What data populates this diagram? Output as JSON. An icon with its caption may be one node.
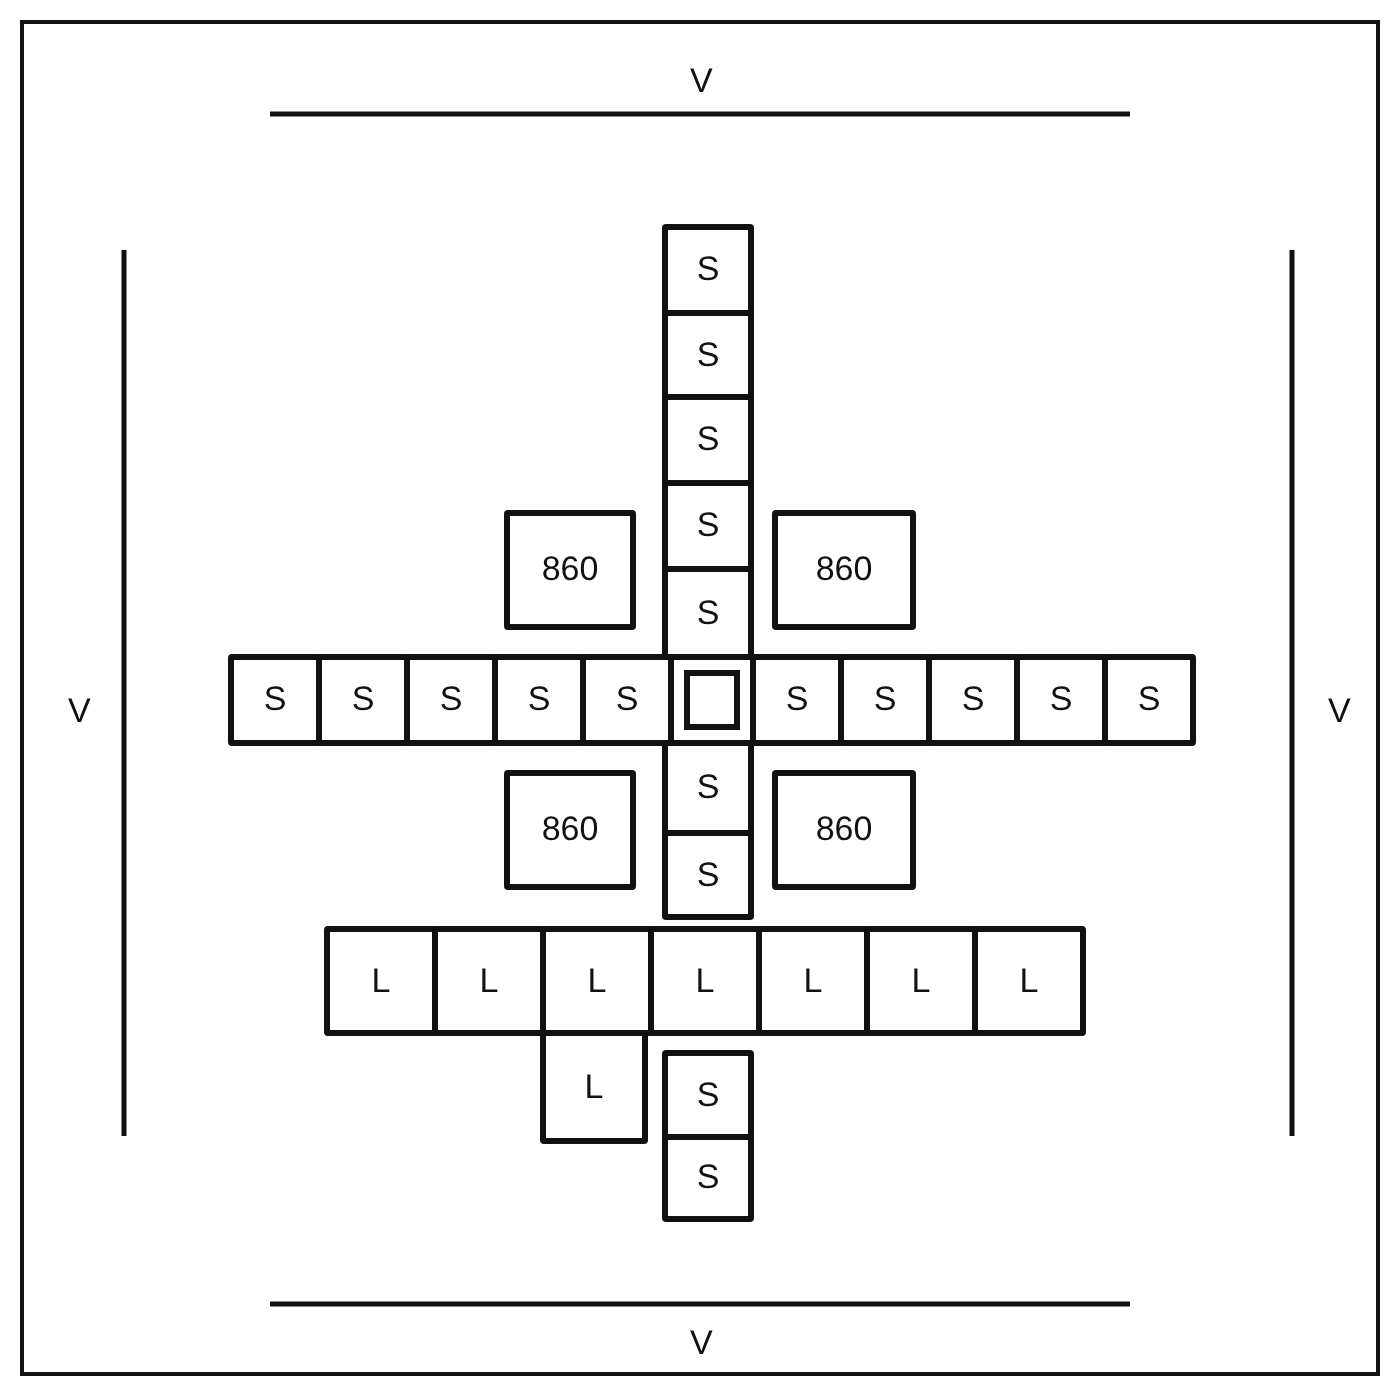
{
  "diagram": {
    "nodes": [
      {
        "text": [
          "S"
        ]
      },
      {
        "text": [
          "S"
        ]
      },
      {
        "text": [
          "S"
        ]
      },
      {
        "text": [
          "S"
        ]
      },
      {
        "text": [
          "860"
        ]
      },
      {
        "text": [
          "860"
        ]
      },
      {
        "text": [
          "S"
        ]
      },
      {
        "text": [
          "S"
        ]
      },
      {
        "text": [
          "S"
        ]
      },
      {
        "text": [
          "S"
        ]
      },
      {
        "text": [
          "S"
        ]
      },
      {
        "text": [
          "S"
        ]
      },
      {
        "text": [],
        "shape": "box"
      },
      {
        "text": [
          "S"
        ]
      },
      {
        "text": [
          "S"
        ]
      },
      {
        "text": [
          "S"
        ]
      },
      {
        "text": [
          "S"
        ]
      },
      {
        "text": [
          "S"
        ]
      },
      {
        "text": [
          "S"
        ]
      },
      {
        "text": [
          "860"
        ]
      },
      {
        "text": [
          "860"
        ]
      },
      {
        "text": [
          "S"
        ]
      },
      {
        "text": [
          "L"
        ]
      },
      {
        "text": [
          "L"
        ]
      },
      {
        "text": [
          "L"
        ]
      },
      {
        "text": [
          "L"
        ]
      },
      {
        "text": [
          "L"
        ]
      },
      {
        "text": [
          "L"
        ]
      },
      {
        "text": [
          "L"
        ]
      },
      {
        "text": [
          "L"
        ]
      },
      {
        "text": [
          "S"
        ]
      },
      {
        "text": [
          "S"
        ]
      }
    ],
    "labels": [
      "V",
      "V",
      "V",
      "V"
    ]
  }
}
